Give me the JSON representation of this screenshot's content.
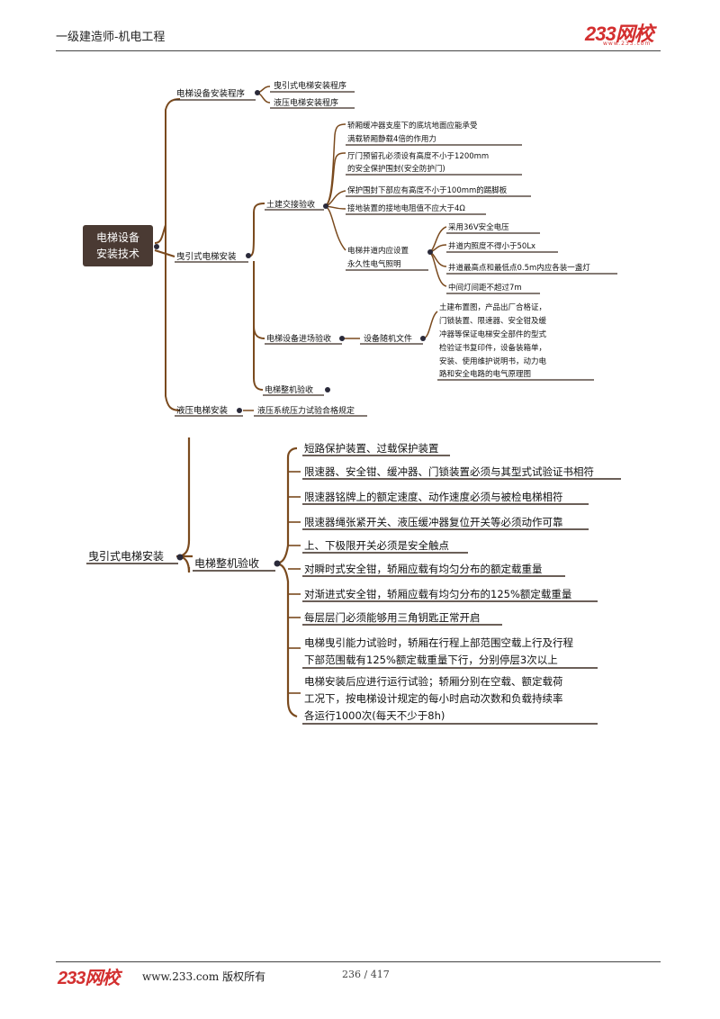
{
  "header": {
    "title": "一级建造师-机电工程",
    "logo": "233网校",
    "logo_url": "www.233.com"
  },
  "footer": {
    "logo": "233网校",
    "copyright": "www.233.com 版权所有",
    "page": "236 / 417"
  },
  "map1": {
    "root": [
      "电梯设备",
      "安装技术"
    ],
    "b1": {
      "label": "电梯设备安装程序",
      "children": [
        "曳引式电梯安装程序",
        "液压电梯安装程序"
      ]
    },
    "b2": {
      "label": "曳引式电梯安装",
      "civil": {
        "label": "土建交接验收",
        "items": [
          [
            "轿厢缓冲器支座下的底坑地面应能承受",
            "满载轿厢静载4倍的作用力"
          ],
          [
            "厅门预留孔必须设有高度不小于1200mm",
            "的安全保护围封(安全防护门)"
          ],
          [
            "保护围封下部应有高度不小于100mm的踢脚板"
          ],
          [
            "接地装置的接地电阻值不应大于4Ω"
          ]
        ],
        "lighting": {
          "label": [
            "电梯井道内应设置",
            "永久性电气照明"
          ],
          "items": [
            "采用36V安全电压",
            "井道内照度不得小于50Lx",
            "井道最高点和最低点0.5m内应各装一盏灯",
            "中间灯间距不超过7m"
          ]
        }
      },
      "entry": {
        "label": "电梯设备进场验收",
        "docs_label": "设备随机文件",
        "docs": [
          "土建布置图，产品出厂合格证，",
          "门锁装置、限速器、安全钳及缓",
          "冲器等保证电梯安全部件的型式",
          "检验证书复印件，设备装箱单，",
          "安装、使用维护说明书，动力电",
          "路和安全电路的电气原理图"
        ]
      },
      "whole": "电梯整机验收"
    },
    "b3": {
      "label": "液压电梯安装",
      "child": "液压系统压力试验合格规定"
    }
  },
  "map2": {
    "root": "曳引式电梯安装",
    "node": "电梯整机验收",
    "items": [
      [
        "短路保护装置、过载保护装置"
      ],
      [
        "限速器、安全钳、缓冲器、门锁装置必须与其型式试验证书相符"
      ],
      [
        "限速器铭牌上的额定速度、动作速度必须与被检电梯相符"
      ],
      [
        "限速器绳张紧开关、液压缓冲器复位开关等必须动作可靠"
      ],
      [
        "上、下极限开关必须是安全触点"
      ],
      [
        "对瞬时式安全钳，轿厢应载有均匀分布的额定载重量"
      ],
      [
        "对渐进式安全钳，轿厢应载有均匀分布的125%额定载重量"
      ],
      [
        "每层层门必须能够用三角钥匙正常开启"
      ],
      [
        "电梯曳引能力试验时，轿厢在行程上部范围空载上行及行程",
        "下部范围载有125%额定载重量下行，分别停层3次以上"
      ],
      [
        "电梯安装后应进行运行试验；轿厢分别在空载、额定载荷",
        "工况下，按电梯设计规定的每小时启动次数和负载持续率",
        "各运行1000次(每天不少于8h)"
      ]
    ]
  },
  "colors": {
    "branch": "#7a4a1e",
    "underline": "#3a2a20",
    "root_bg": "#4a3a33",
    "logo": "#d32f2f"
  }
}
